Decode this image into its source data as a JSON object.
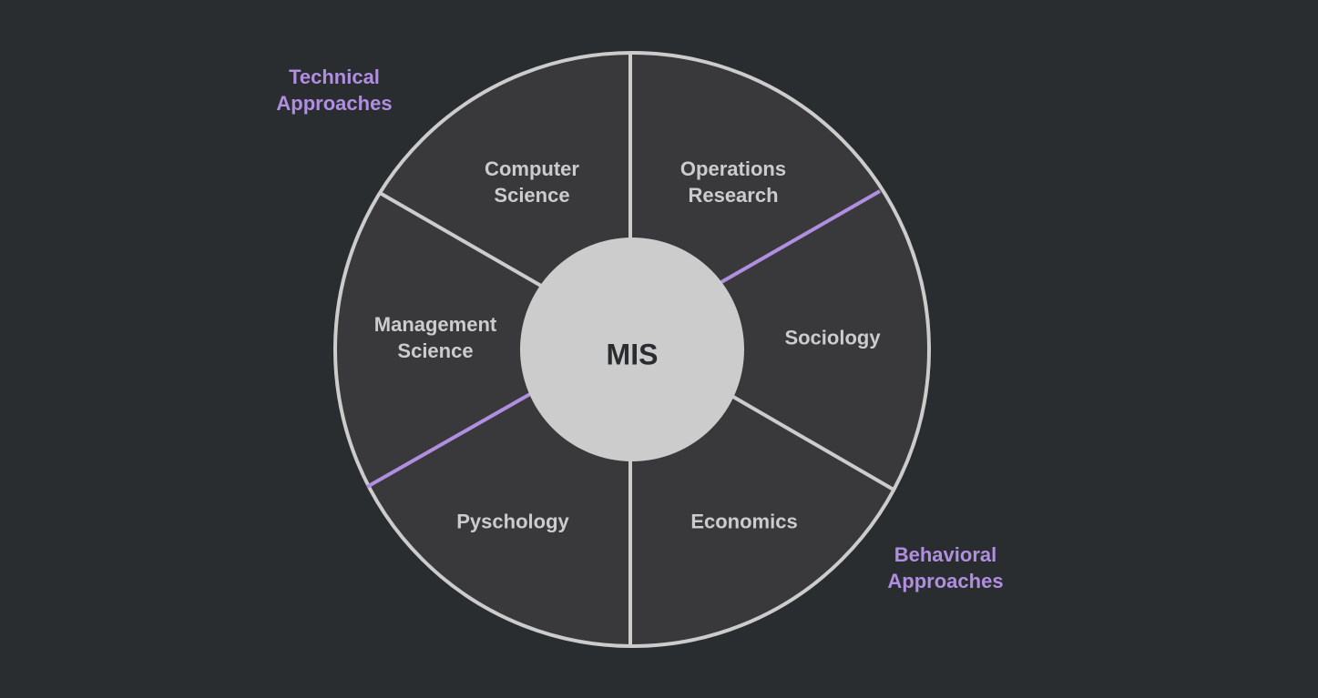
{
  "diagram": {
    "center": {
      "label": "MIS"
    },
    "segments": [
      {
        "id": "computer-science",
        "label": "Computer\nScience"
      },
      {
        "id": "operations-research",
        "label": "Operations\nResearch"
      },
      {
        "id": "sociology",
        "label": "Sociology"
      },
      {
        "id": "economics",
        "label": "Economics"
      },
      {
        "id": "psychology",
        "label": "Pyschology"
      },
      {
        "id": "management-science",
        "label": "Management\nScience"
      }
    ],
    "groups": [
      {
        "id": "technical",
        "label": "Technical\nApproaches"
      },
      {
        "id": "behavioral",
        "label": "Behavioral\nApproaches"
      }
    ],
    "colors": {
      "background": "#2a2d30",
      "segment_fill": "#39393b",
      "stroke": "#cccccc",
      "accent": "#b08ee0",
      "center_fill": "#cccccc",
      "center_text": "#2a2d30"
    }
  }
}
